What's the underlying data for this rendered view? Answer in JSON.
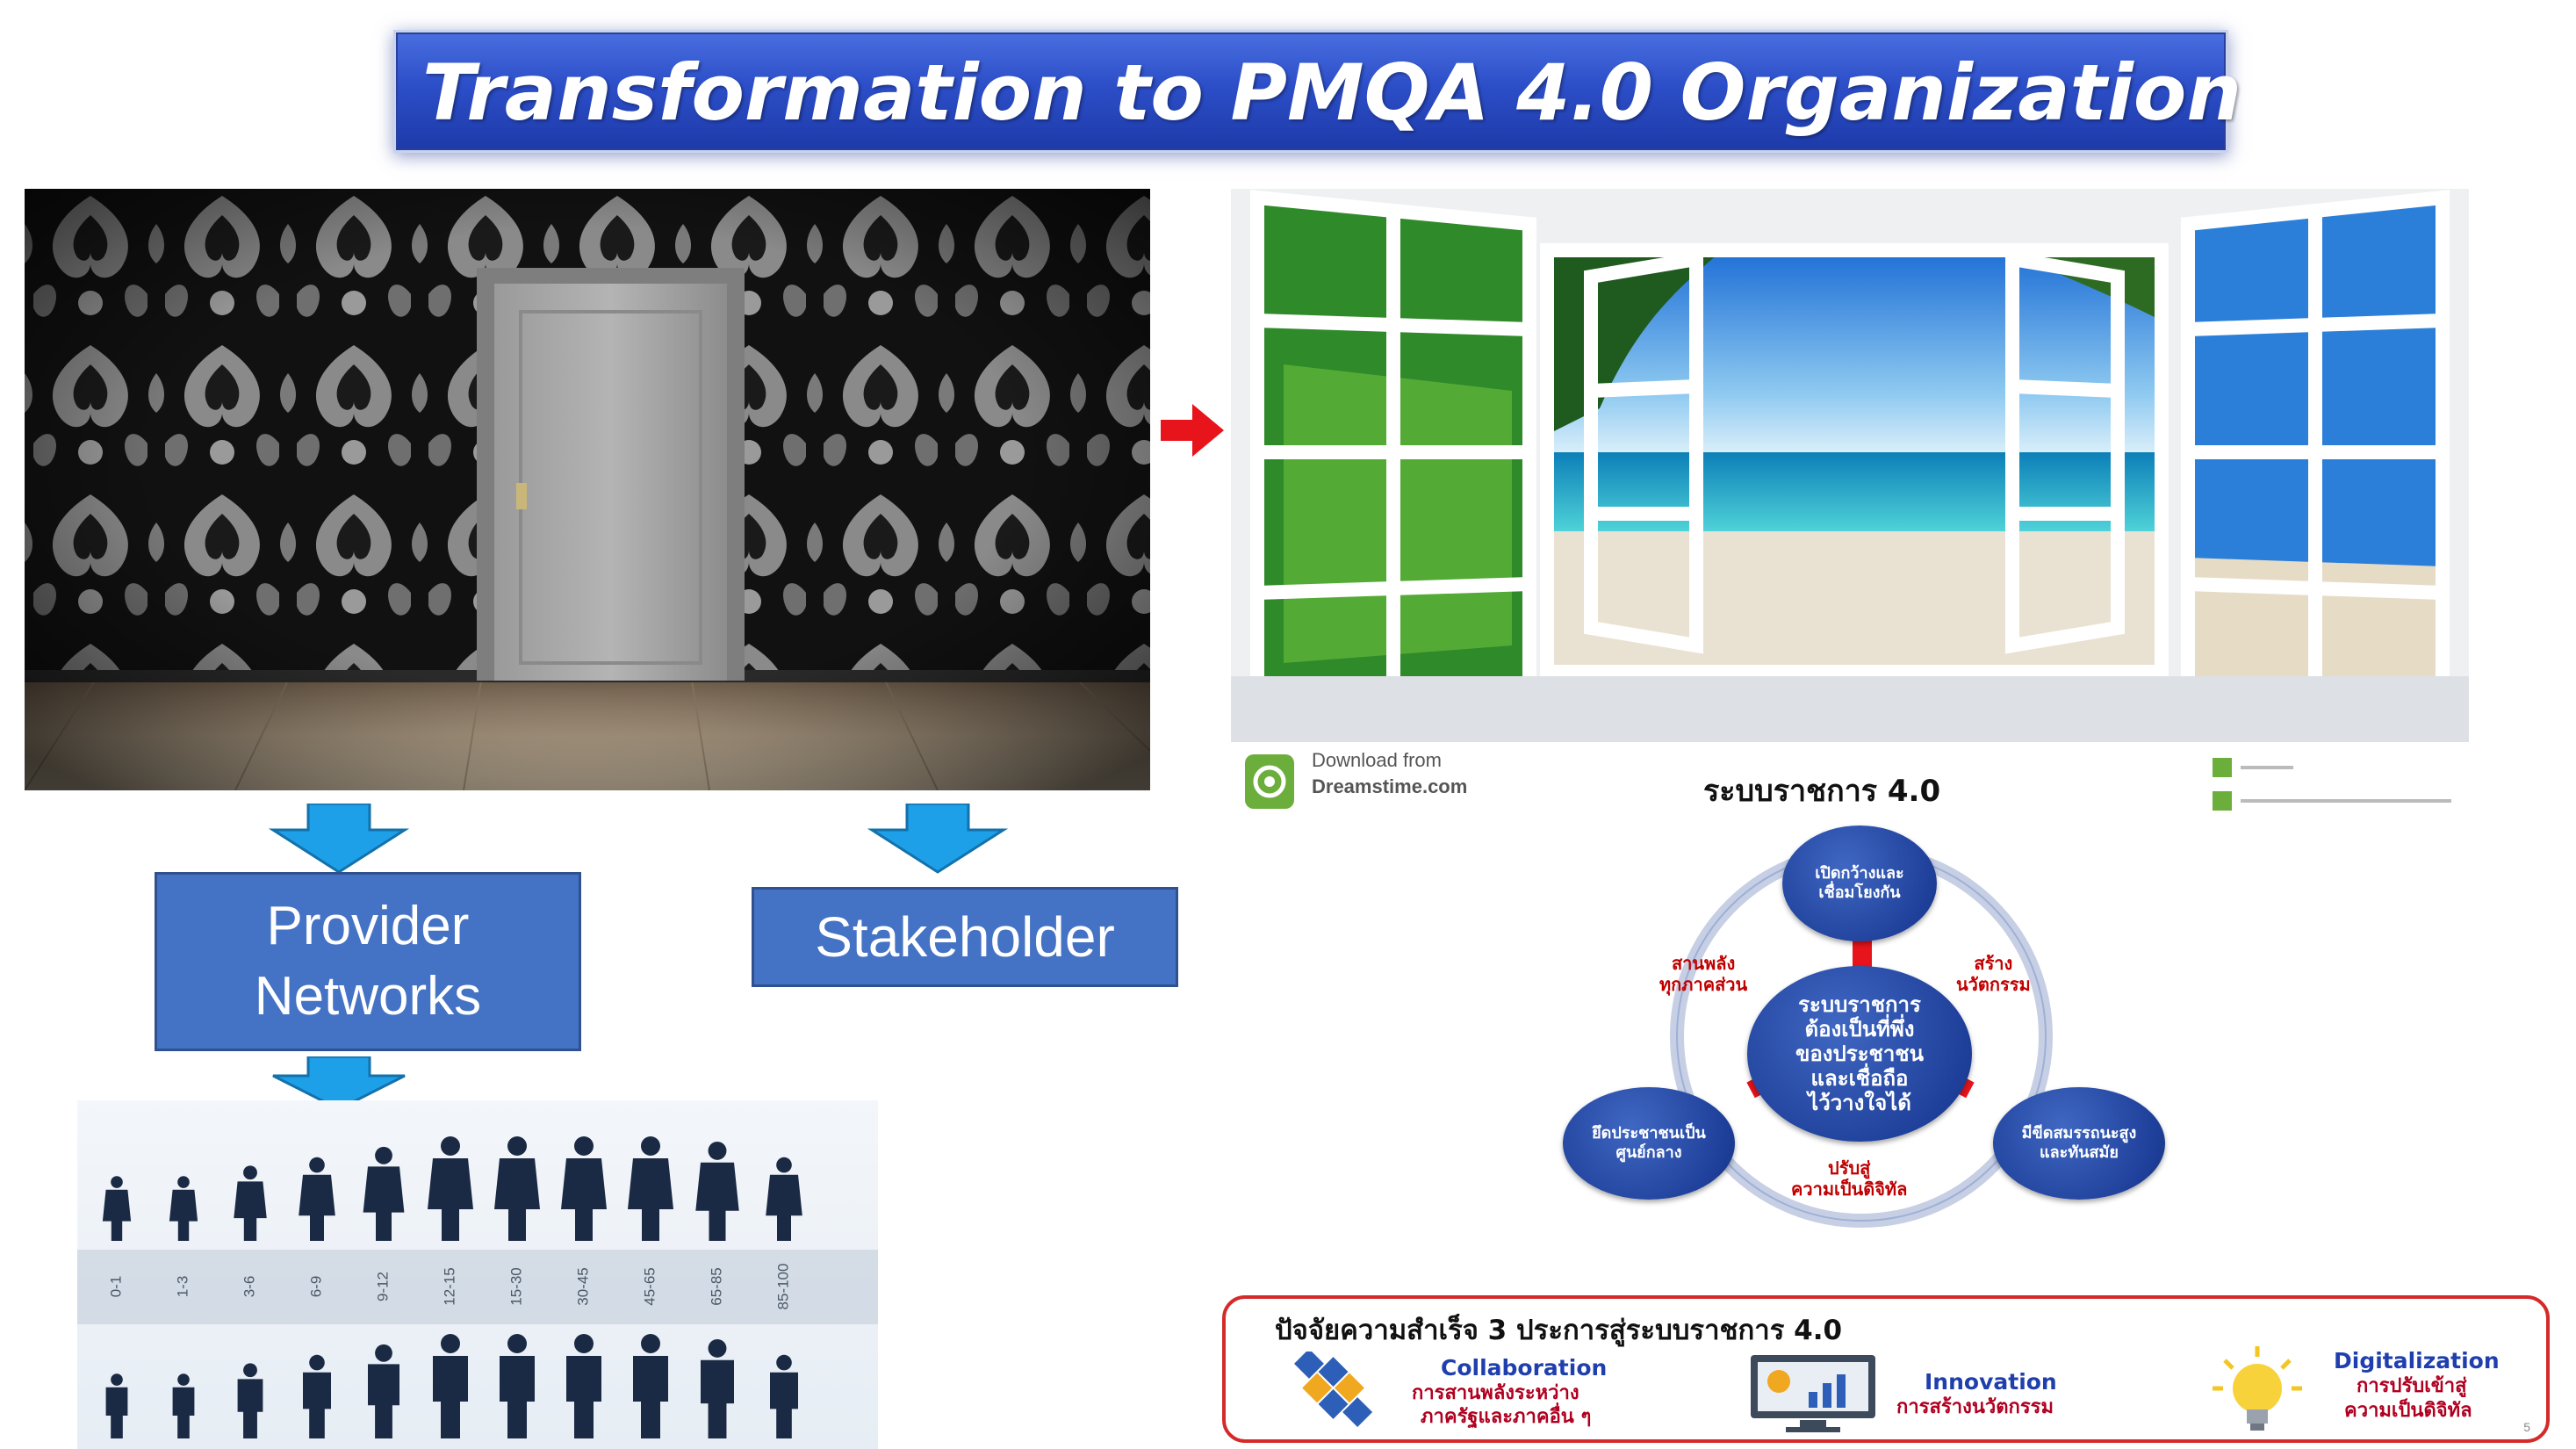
{
  "title": "Transformation to PMQA 4.0 Organization",
  "left": {
    "provider_label_line1": "Provider",
    "provider_label_line2": "Networks",
    "stakeholder_label": "Stakeholder"
  },
  "people": {
    "age_groups": [
      "0-1",
      "1-3",
      "3-6",
      "6-9",
      "9-12",
      "12-15",
      "15-30",
      "30-45",
      "45-65",
      "65-85",
      "85-100"
    ]
  },
  "dreamstime": {
    "download_line1": "Download from",
    "download_line2": "Dreamstime.com"
  },
  "cycle": {
    "title": "ระบบราชการ 4.0",
    "center_line1": "ระบบราชการ",
    "center_line2": "ต้องเป็นที่พึ่ง",
    "center_line3": "ของประชาชน",
    "center_line4": "และเชื่อถือ",
    "center_line5": "ไว้วางใจได้",
    "top_node_line1": "เปิดกว้างและ",
    "top_node_line2": "เชื่อมโยงกัน",
    "left_node_line1": "ยึดประชาชนเป็น",
    "left_node_line2": "ศูนย์กลาง",
    "right_node_line1": "มีขีดสมรรถนะสูง",
    "right_node_line2": "และทันสมัย",
    "label_top_left_line1": "สานพลัง",
    "label_top_left_line2": "ทุกภาคส่วน",
    "label_top_right_line1": "สร้าง",
    "label_top_right_line2": "นวัตกรรม",
    "label_bottom_line1": "ปรับสู่",
    "label_bottom_line2": "ความเป็นดิจิทัล"
  },
  "success": {
    "title": "ปัจจัยความสำเร็จ 3 ประการสู่ระบบราชการ 4.0",
    "f1_en": "Collaboration",
    "f1_th1": "การสานพลังระหว่าง",
    "f1_th2": "ภาครัฐและภาคอื่น ๆ",
    "f2_en": "Innovation",
    "f2_th1": "การสร้างนวัตกรรม",
    "f3_en": "Digitalization",
    "f3_th1": "การปรับเข้าสู่",
    "f3_th2": "ความเป็นดิจิทัล",
    "slide_number": "5"
  },
  "colors": {
    "title_blue": "#2c4ec8",
    "box_blue": "#4472c4",
    "arrow_blue": "#1ea0e8",
    "accent_red": "#e8141b",
    "node_blue": "#1e3f99"
  }
}
